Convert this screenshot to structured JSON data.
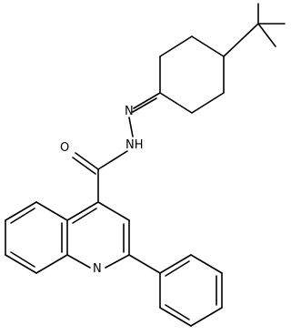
{
  "diagram": {
    "type": "chemical-structure",
    "atom_labels": {
      "hydrazone_n": "N",
      "amide_nh": "NH",
      "carbonyl_o": "O",
      "quinoline_n": "N"
    }
  }
}
